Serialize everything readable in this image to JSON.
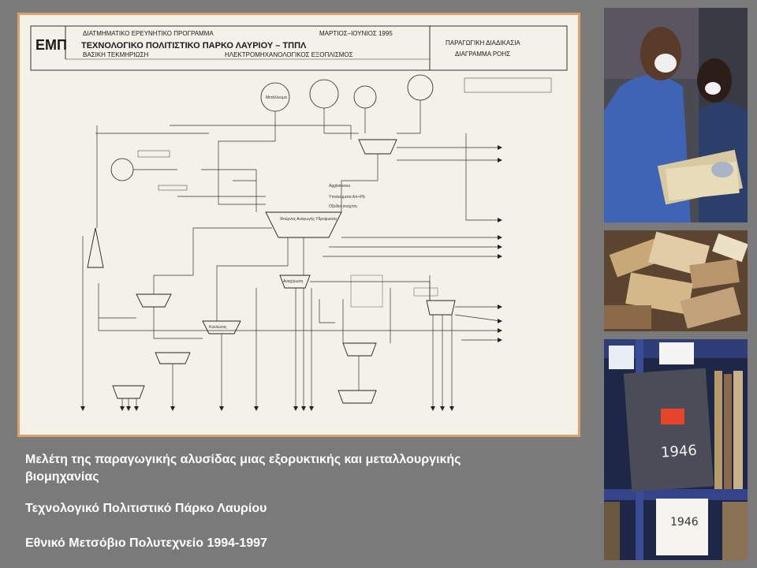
{
  "diagram": {
    "logo": "ΕΜΠ",
    "program_line": "ΔΙΑΤΜΗΜΑΤΙΚΟ ΕΡΕΥΝΗΤΙΚΟ ΠΡΟΓΡΑΜΜΑ",
    "date": "ΜΑΡΤΙΟΣ–ΙΟΥΝΙΟΣ 1995",
    "park_title": "ΤΕΧΝΟΛΟΓΙΚΟ ΠΟΛΙΤΙΣΤΙΚΟ ΠΑΡΚΟ ΛΑΥΡΙΟΥ – ΤΠΠΛ",
    "basic_doc": "ΒΑΣΙΚΗ ΤΕΚΜΗΡΙΩΣΗ",
    "equipment": "ΗΛΕΚΤΡΟΜΗΧΑΝΟΛΟΓΙΚΟΣ ΕΞΟΠΛΙΣΜΟΣ",
    "process_title": "ΠΑΡΑΓΩΓΙΚΗ ΔΙΑΔΙΚΑΣΙΑ",
    "flow_title": "ΔΙΑΓΡΑΜΜΑ ΡΟΗΣ",
    "node_labels": {
      "metallevma": "Μετάλλευμα",
      "klibanos": "Φούρνος Αναγωγής Υδροψυκτος",
      "anagomosi": "Αναχ/ρωση",
      "kyklonas": "Κυκλώνας",
      "agglomerea": "Agglomerea",
      "ypoleimmata": "Υπολείμματα Απ+Pb",
      "oxeidia": "Οξείδια αναχ/ση"
    }
  },
  "captions": {
    "line1": "Μελέτη της παραγωγικής αλυσίδας μιας εξορυκτικής  και μεταλλουργικής βιομηχανίας",
    "line2": "Τεχνολογικό Πολιτιστικό  Πάρκο Λαυρίου",
    "line3": "Εθνικό Μετσόβιο Πολυτεχνείο 1994-1997"
  },
  "photos": {
    "box_label_1946": "1946",
    "tag_1946": "1946"
  },
  "colors": {
    "background": "#7a7a7a",
    "frame_border": "#d9a070",
    "paper": "#f4f1e8"
  }
}
